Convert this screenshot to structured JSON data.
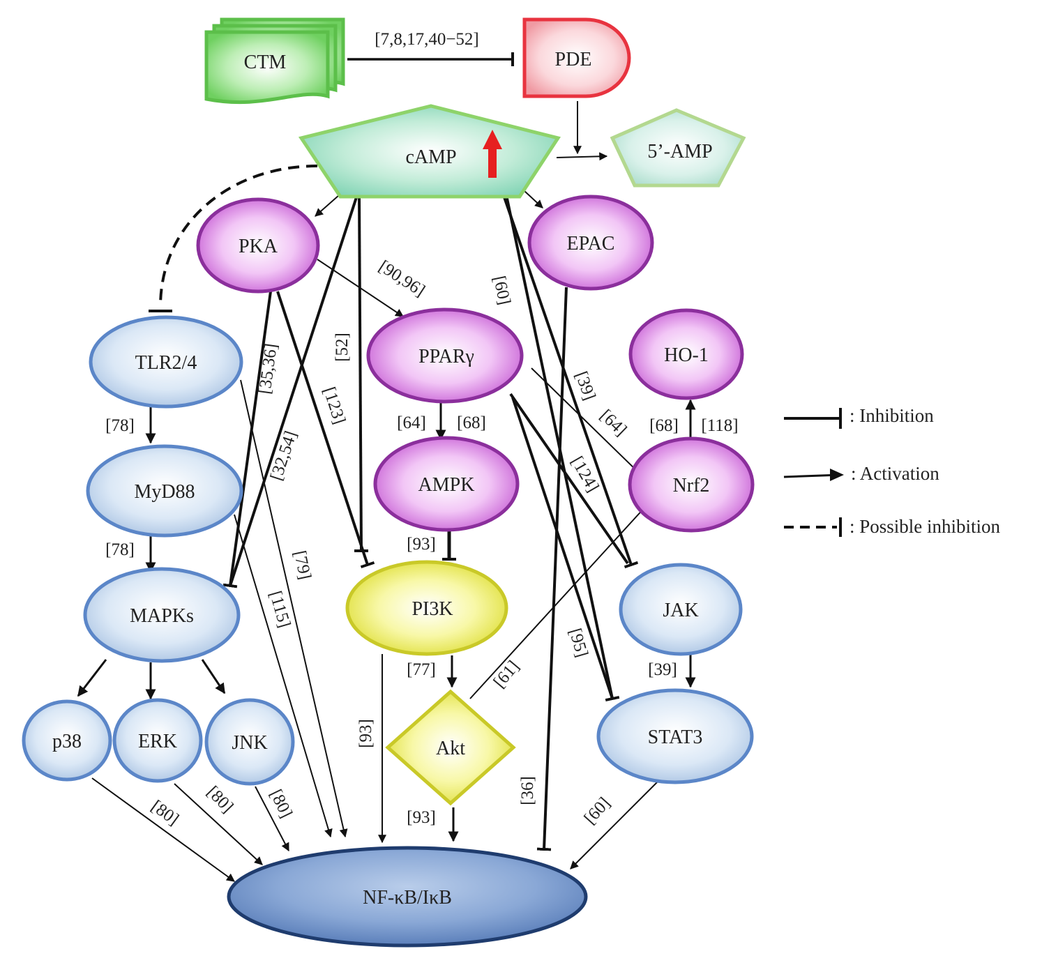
{
  "nodes": {
    "ctm": "CTM",
    "pde": "PDE",
    "camp": "cAMP",
    "amp5": "5’-AMP",
    "pka": "PKA",
    "epac": "EPAC",
    "tlr": "TLR2/4",
    "ppar": "PPARγ",
    "ho1": "HO-1",
    "myd88": "MyD88",
    "ampk": "AMPK",
    "nrf2": "Nrf2",
    "mapks": "MAPKs",
    "pi3k": "PI3K",
    "jak": "JAK",
    "p38": "p38",
    "erk": "ERK",
    "jnk": "JNK",
    "akt": "Akt",
    "stat3": "STAT3",
    "nfkb": "NF-κB/IκB"
  },
  "citations": {
    "ctm_pde": "[7,8,17,40−52]",
    "pka_ppar": "[90,96]",
    "camp_jak": "[60]",
    "camp_pi3k": "[52]",
    "pka_mapks": "[35,36]",
    "pka_pi3k": "[123]",
    "camp_mapks": "[32,54]",
    "camp_stat3_a": "[39]",
    "ppar_nrf2": "[64]",
    "tlr_myd88": "[78]",
    "ppar_ampk_left": "[64]",
    "ppar_ampk_right": "[68]",
    "nrf2_ho1_left": "[68]",
    "nrf2_ho1_right": "[118]",
    "ppar_jak": "[124]",
    "myd88_mapks": "[78]",
    "ampk_pi3k": "[93]",
    "tlr_nfkb": "[79]",
    "myd88_nfkb": "[115]",
    "ppar_stat3": "[95]",
    "pi3k_akt": "[77]",
    "akt_nrf2": "[61]",
    "jak_stat3": "[39]",
    "pi3k_nfkb": "[93]",
    "epac_nfkb": "[36]",
    "akt_nfkb": "[93]",
    "p38_nfkb": "[80]",
    "erk_nfkb": "[80]",
    "jnk_nfkb": "[80]",
    "stat3_nfkb": "[60]"
  },
  "legend": {
    "inhibition": ": Inhibition",
    "activation": ": Activation",
    "possible": ": Possible inhibition"
  },
  "colors": {
    "green_border": "#5cbf4a",
    "green_fill": "#9be08f",
    "red_border": "#e8333f",
    "pink_fill": "#f7c7cb",
    "purple_border": "#8b2f9c",
    "purple_fill": "#d98be3",
    "blue_border": "#5b86c8",
    "blue_fill": "#c8dbef",
    "yellow_border": "#c9c928",
    "yellow_fill": "#f2f27c",
    "amp_border": "#a8d08d",
    "amp_fill": "#c9ece3",
    "nfkb_border": "#1f3c6e",
    "nfkb_fill": "#6f92c7",
    "up_arrow": "#e62020"
  }
}
